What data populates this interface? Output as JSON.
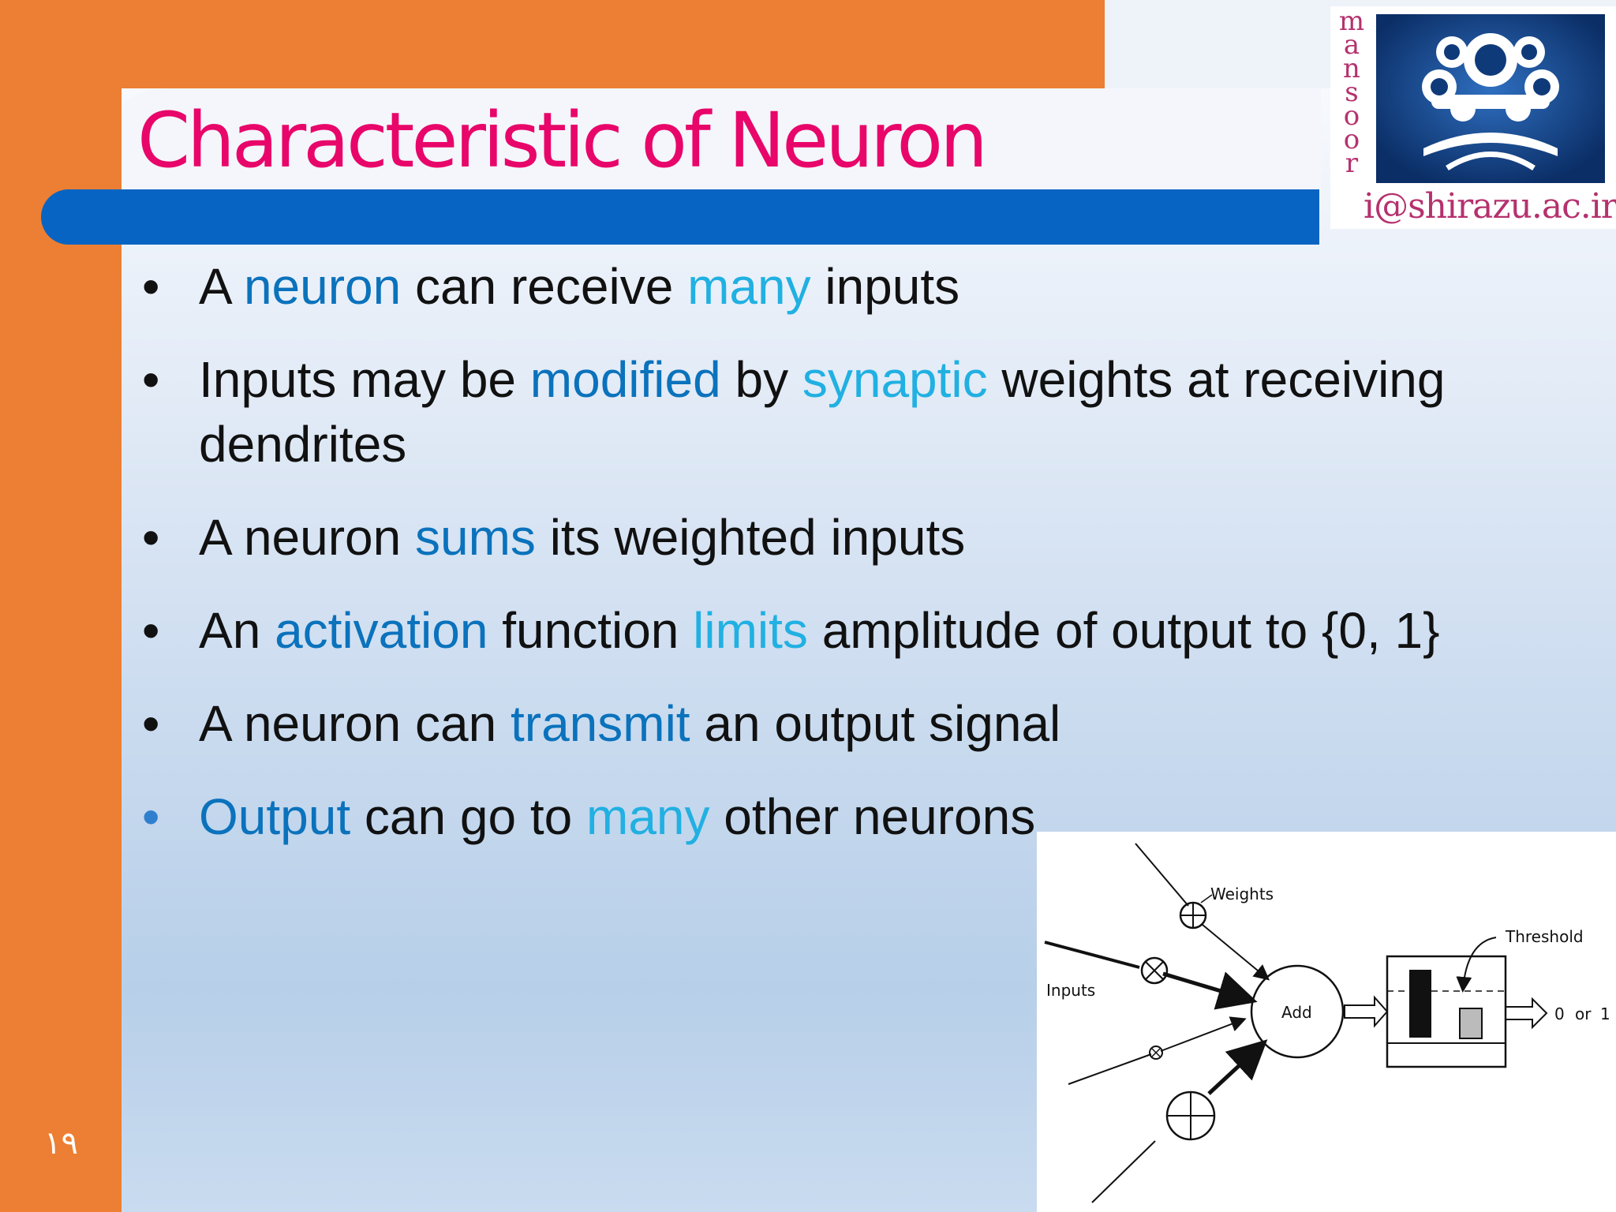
{
  "slide": {
    "title": "Characteristic of Neuron",
    "page_number": "۱۹",
    "logo": {
      "vertical_text": [
        "m",
        "a",
        "n",
        "s",
        "o",
        "o",
        "r"
      ],
      "email_text": "i@shirazu.ac.ir"
    },
    "bullets": [
      {
        "text": "A neuron can receive many inputs",
        "bullet_color": "#111111",
        "parts": [
          {
            "t": "A ",
            "c": "plain"
          },
          {
            "t": "neuron",
            "c": "hl-dark"
          },
          {
            "t": " can receive ",
            "c": "plain"
          },
          {
            "t": "many",
            "c": "hl-light"
          },
          {
            "t": " inputs",
            "c": "plain"
          }
        ]
      },
      {
        "text": "Inputs may be modified by synaptic weights at receiving dendrites",
        "bullet_color": "#111111",
        "parts": [
          {
            "t": "Inputs may be ",
            "c": "plain"
          },
          {
            "t": "modified",
            "c": "hl-dark"
          },
          {
            "t": " by ",
            "c": "plain"
          },
          {
            "t": "synaptic",
            "c": "hl-light"
          },
          {
            "t": " weights at receiving dendrites",
            "c": "plain"
          }
        ]
      },
      {
        "text": "A neuron sums its weighted inputs",
        "bullet_color": "#111111",
        "parts": [
          {
            "t": "A neuron ",
            "c": "plain"
          },
          {
            "t": "sums",
            "c": "hl-dark"
          },
          {
            "t": " its weighted inputs",
            "c": "plain"
          }
        ]
      },
      {
        "text": "An activation function limits amplitude of output to {0, 1}",
        "bullet_color": "#111111",
        "parts": [
          {
            "t": "An ",
            "c": "plain"
          },
          {
            "t": "activation",
            "c": "hl-dark"
          },
          {
            "t": " function ",
            "c": "plain"
          },
          {
            "t": "limits",
            "c": "hl-light"
          },
          {
            "t": " amplitude of output to {0, 1}",
            "c": "plain"
          }
        ]
      },
      {
        "text": "A neuron can transmit an output signal",
        "bullet_color": "#111111",
        "parts": [
          {
            "t": "A neuron can ",
            "c": "plain"
          },
          {
            "t": "transmit",
            "c": "hl-dark"
          },
          {
            "t": " an output signal",
            "c": "plain"
          }
        ]
      },
      {
        "text": "Output can go to many other neurons",
        "bullet_color": "#2f7fcf",
        "parts": [
          {
            "t": "Output",
            "c": "hl-dark"
          },
          {
            "t": " can go to ",
            "c": "plain"
          },
          {
            "t": "many",
            "c": "hl-light"
          },
          {
            "t": " other neurons",
            "c": "plain"
          }
        ]
      }
    ],
    "diagram": {
      "weights_label": "Weights",
      "threshold_label": "Threshold",
      "inputs_label": "Inputs",
      "add_label": "Add",
      "output_zero": "0",
      "output_or": "or",
      "output_one": "1"
    },
    "colors": {
      "orange": "#ec7f33",
      "title_pink": "#e8066a",
      "bar_blue": "#0864c2",
      "highlight_dark": "#0b72bc",
      "highlight_light": "#21b0e2",
      "logo_pink": "#b5316e"
    }
  }
}
